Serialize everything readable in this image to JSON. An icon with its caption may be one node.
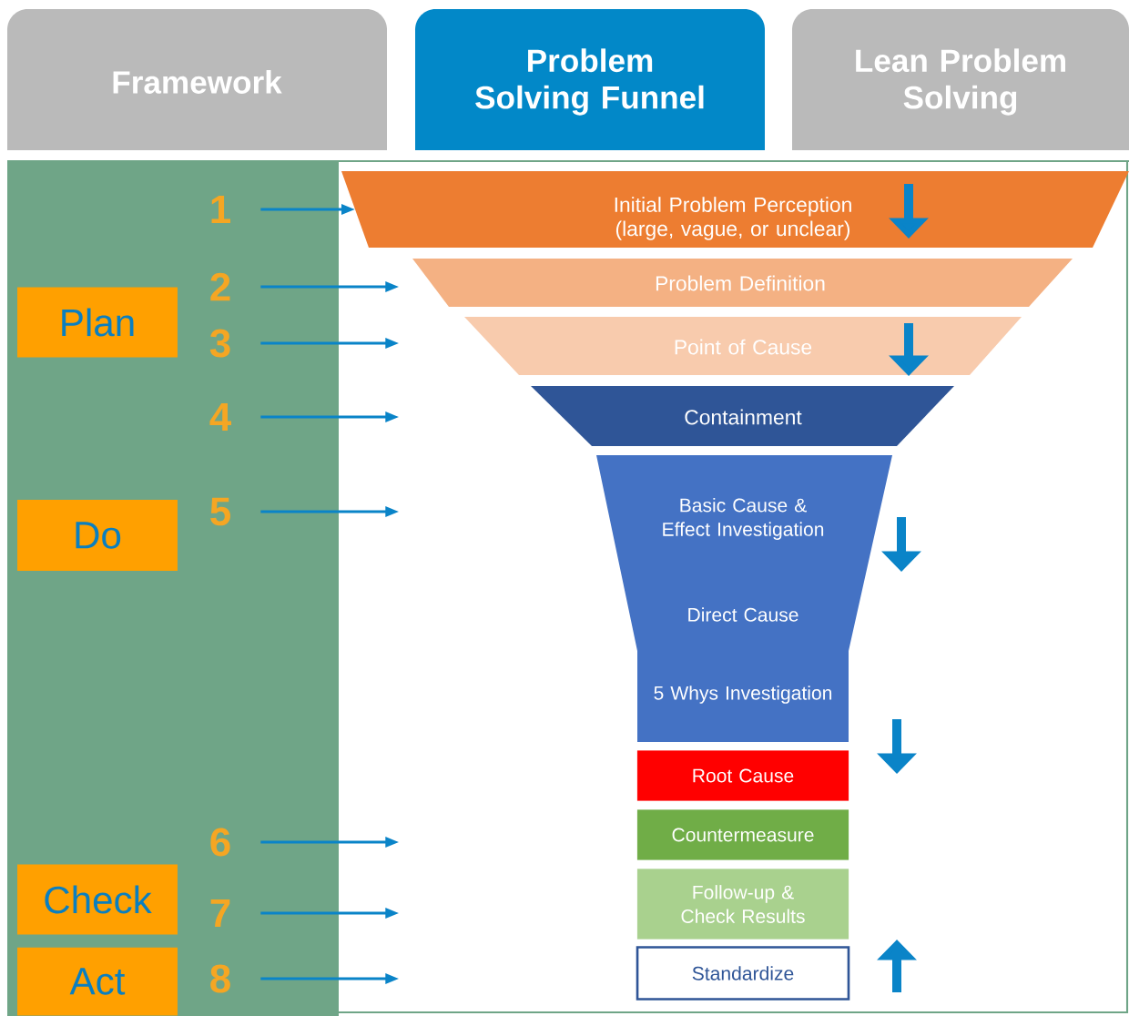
{
  "diagram": {
    "nodes": [
      {
        "text": [
          "Framework"
        ]
      },
      {
        "text": [
          "Problem Solving Funnel"
        ]
      },
      {
        "text": [
          "Lean Problem Solving"
        ]
      },
      {
        "text": [
          "Plan"
        ]
      },
      {
        "text": [
          "Do"
        ]
      },
      {
        "text": [
          "Check"
        ]
      },
      {
        "text": [
          "Act"
        ]
      },
      {
        "text": [
          "1"
        ]
      },
      {
        "text": [
          "2"
        ]
      },
      {
        "text": [
          "3"
        ]
      },
      {
        "text": [
          "4"
        ]
      },
      {
        "text": [
          "5"
        ]
      },
      {
        "text": [
          "6"
        ]
      },
      {
        "text": [
          "7"
        ]
      },
      {
        "text": [
          "8"
        ]
      },
      {
        "text": [
          "Initial Problem Perception (large, vague, or unclear)"
        ]
      },
      {
        "text": [
          "Problem Definition"
        ]
      },
      {
        "text": [
          "Point of Cause"
        ]
      },
      {
        "text": [
          "Containment"
        ]
      },
      {
        "text": [
          "Basic Cause & Effect Investigation",
          "Direct Cause",
          "5 Whys Investigation"
        ]
      },
      {
        "text": [
          "Root Cause"
        ]
      },
      {
        "text": [
          "Countermeasure"
        ]
      },
      {
        "text": [
          "Follow-up & Check Results"
        ]
      },
      {
        "text": [
          "Standardize"
        ]
      }
    ],
    "edges": [
      {
        "from": 7,
        "to": 15,
        "arrow": "to"
      },
      {
        "from": 8,
        "to": null,
        "arrow": "to"
      },
      {
        "from": 9,
        "to": null,
        "arrow": "to"
      },
      {
        "from": 10,
        "to": null,
        "arrow": "to"
      },
      {
        "from": 11,
        "to": null,
        "arrow": "to"
      },
      {
        "from": 12,
        "to": null,
        "arrow": "to"
      },
      {
        "from": 13,
        "to": null,
        "arrow": "to"
      },
      {
        "from": 14,
        "to": null,
        "arrow": "to"
      }
    ]
  }
}
